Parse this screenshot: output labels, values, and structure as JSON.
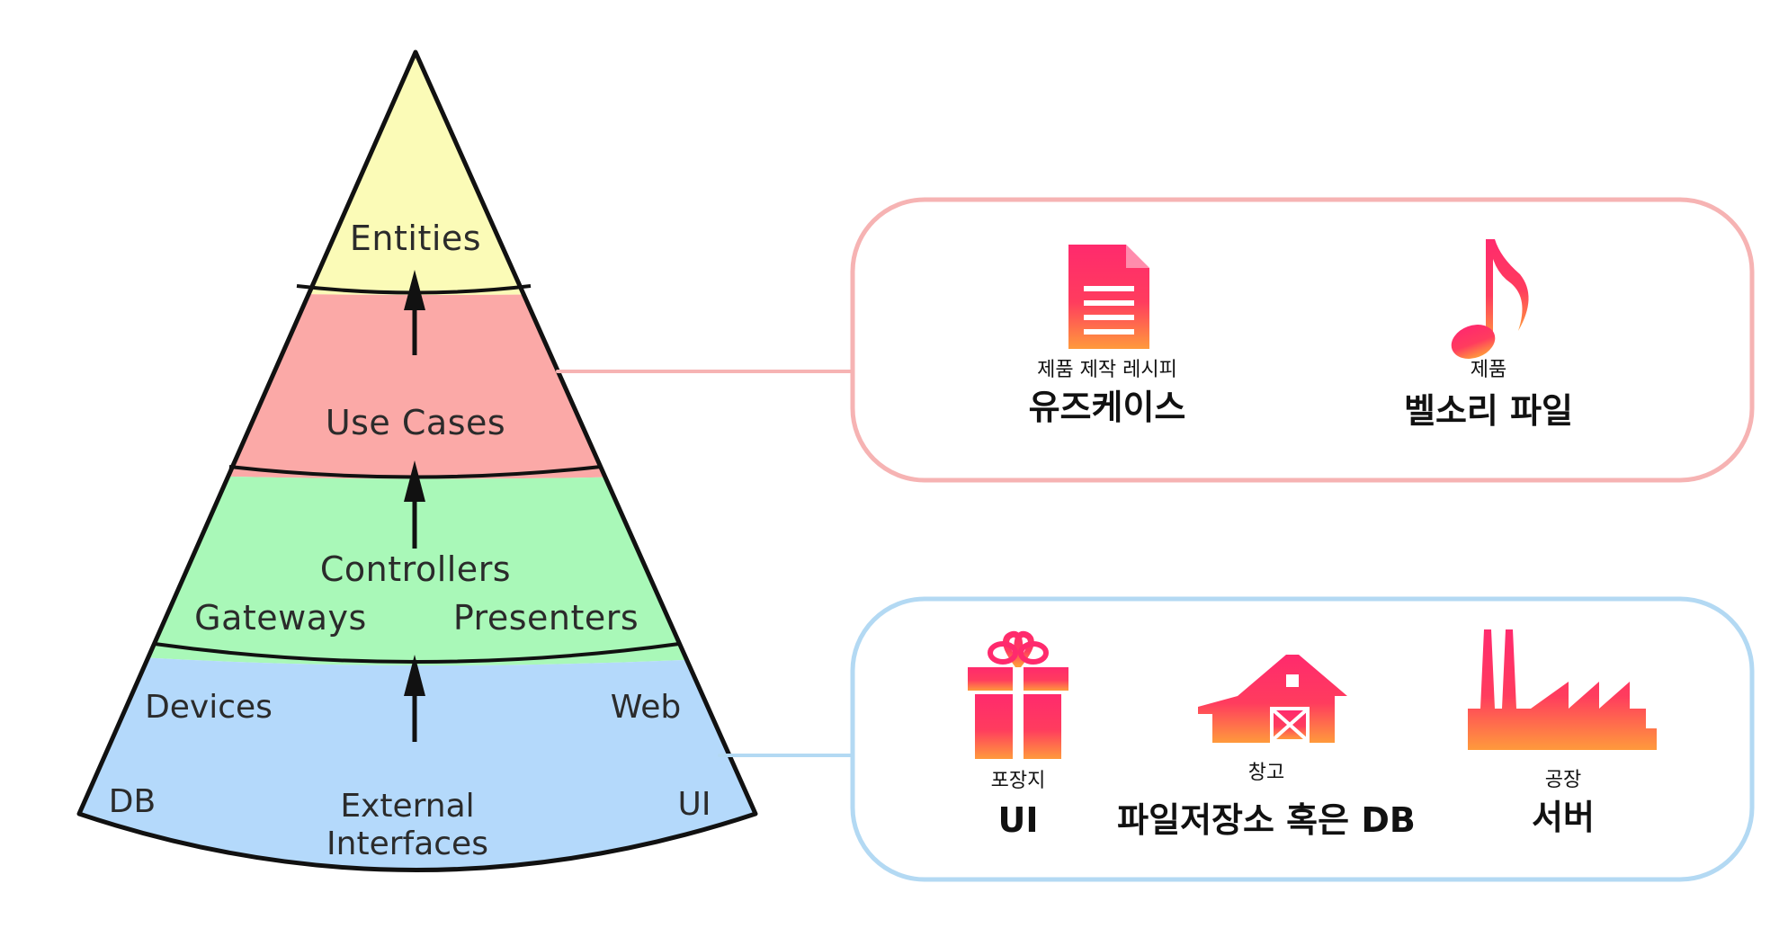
{
  "cone": {
    "entities": "Entities",
    "use_cases": "Use Cases",
    "controllers": "Controllers",
    "gateways": "Gateways",
    "presenters": "Presenters",
    "devices": "Devices",
    "web": "Web",
    "db": "DB",
    "ui": "UI",
    "external_line1": "External",
    "external_line2": "Interfaces",
    "colors": {
      "entities": "#fbfbb7",
      "use_cases": "#fba9a7",
      "controllers": "#a9f8b8",
      "external": "#b4d9fb"
    }
  },
  "top_box": {
    "border_color": "#f6b3b3",
    "items": [
      {
        "icon": "document-icon",
        "small": "제품 제작 레시피",
        "big": "유즈케이스"
      },
      {
        "icon": "music-note-icon",
        "small": "제품",
        "big": "벨소리 파일"
      }
    ]
  },
  "bottom_box": {
    "border_color": "#b3d9f3",
    "items": [
      {
        "icon": "gift-icon",
        "small": "포장지",
        "big": "UI"
      },
      {
        "icon": "barn-icon",
        "small": "창고",
        "big": "파일저장소 혹은 DB"
      },
      {
        "icon": "factory-icon",
        "small": "공장",
        "big": "서버"
      }
    ]
  },
  "icon_gradient": {
    "top": "#ff2a6d",
    "bottom": "#ff9a3c"
  }
}
